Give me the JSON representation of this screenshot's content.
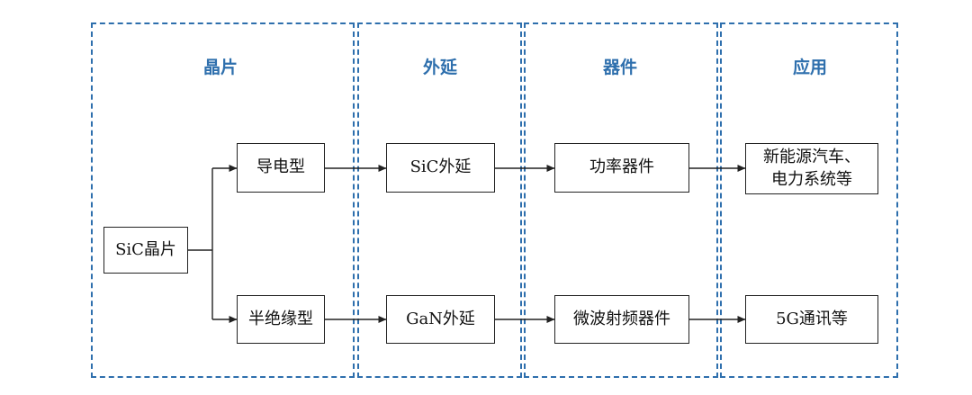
{
  "columns": [
    {
      "id": "wafer",
      "title": "晶片"
    },
    {
      "id": "epitaxy",
      "title": "外延"
    },
    {
      "id": "device",
      "title": "器件"
    },
    {
      "id": "application",
      "title": "应用"
    }
  ],
  "nodes": {
    "sic_wafer": "SiC晶片",
    "conductive": "导电型",
    "semi_insulating": "半绝缘型",
    "sic_epitaxy": "SiC外延",
    "gan_epitaxy": "GaN外延",
    "power_device": "功率器件",
    "rf_device": "微波射频器件",
    "ev_power": "新能源汽车、\n电力系统等",
    "fiveg": "5G通讯等"
  },
  "edges": [
    {
      "from": "sic_wafer",
      "to": "conductive"
    },
    {
      "from": "sic_wafer",
      "to": "semi_insulating"
    },
    {
      "from": "conductive",
      "to": "sic_epitaxy"
    },
    {
      "from": "sic_epitaxy",
      "to": "power_device"
    },
    {
      "from": "power_device",
      "to": "ev_power"
    },
    {
      "from": "semi_insulating",
      "to": "gan_epitaxy"
    },
    {
      "from": "gan_epitaxy",
      "to": "rf_device"
    },
    {
      "from": "rf_device",
      "to": "fiveg"
    }
  ],
  "colors": {
    "frame": "#2e6fad",
    "title": "#2e6fad",
    "box_border": "#222222",
    "arrow": "#222222"
  }
}
